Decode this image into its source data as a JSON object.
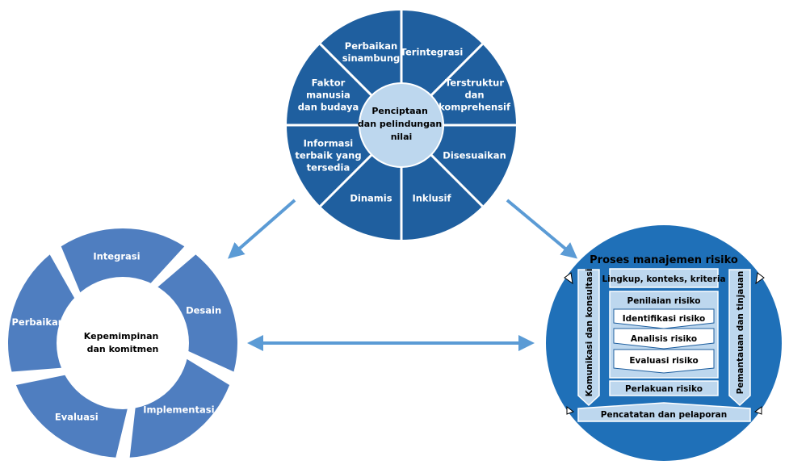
{
  "principles": {
    "center": [
      "Penciptaan",
      "dan pelindungan",
      "nilai"
    ],
    "segments": [
      {
        "lines": [
          "Terintegrasi"
        ]
      },
      {
        "lines": [
          "Terstruktur",
          "dan",
          "komprehensif"
        ]
      },
      {
        "lines": [
          "Disesuaikan"
        ]
      },
      {
        "lines": [
          "Inklusif"
        ]
      },
      {
        "lines": [
          "Dinamis"
        ]
      },
      {
        "lines": [
          "Informasi",
          "terbaik yang",
          "tersedia"
        ]
      },
      {
        "lines": [
          "Faktor",
          "manusia",
          "dan budaya"
        ]
      },
      {
        "lines": [
          "Perbaikan",
          "sinambung"
        ]
      }
    ]
  },
  "framework": {
    "center": [
      "Kepemimpinan",
      "dan komitmen"
    ],
    "segments": [
      "Integrasi",
      "Desain",
      "Implementasi",
      "Evaluasi",
      "Perbaikan"
    ]
  },
  "process": {
    "title": "Proses manajemen risiko",
    "scope": "Lingkup, konteks, kriteria",
    "assessment": "Penilaian risiko",
    "identification": "Identifikasi risiko",
    "analysis": "Analisis risiko",
    "evaluation": "Evaluasi risiko",
    "treatment": "Perlakuan risiko",
    "recording": "Pencatatan dan pelaporan",
    "communication": "Komunikasi dan konsultasi",
    "monitoring": "Pemantauan dan tinjauan"
  },
  "colors": {
    "dark_blue": "#1f5f9f",
    "mid_blue": "#4f7ec0",
    "light_blue": "#bdd7ee",
    "arrow_blue": "#5b9bd5",
    "white": "#ffffff"
  }
}
